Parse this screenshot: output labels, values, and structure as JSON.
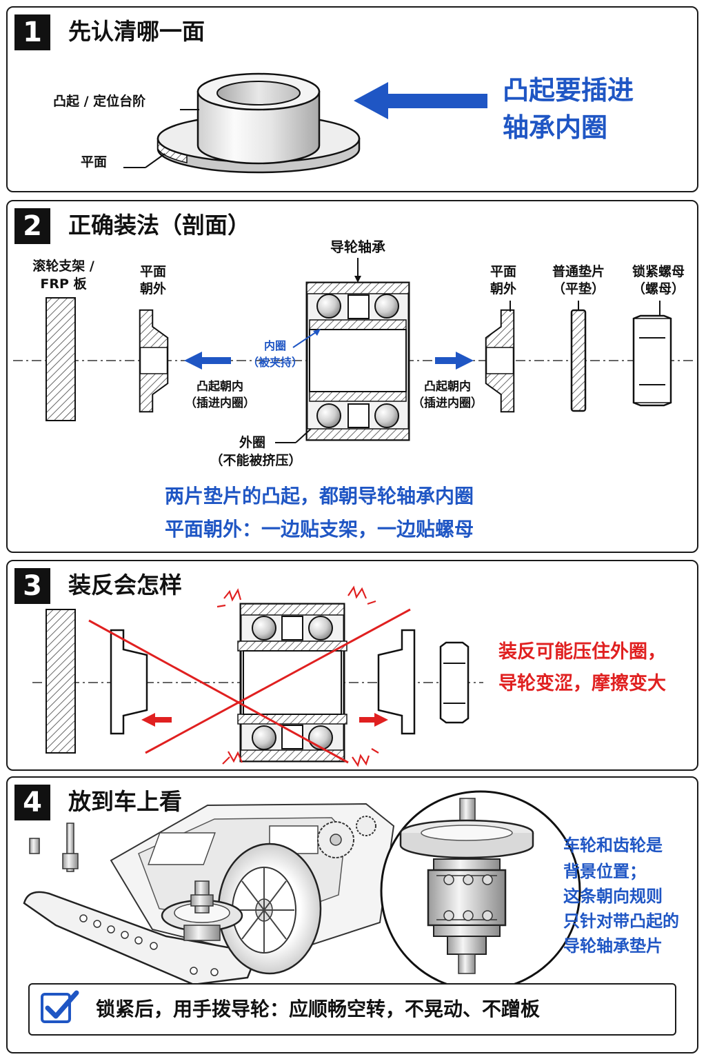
{
  "colors": {
    "accent_blue": "#1f56c4",
    "warning_red": "#e02020",
    "ink": "#111111",
    "hatch": "#666666"
  },
  "panel1": {
    "number": "1",
    "title": "先认清哪一面",
    "label_boss": "凸起 / 定位台阶",
    "label_flat": "平面",
    "callout_line1": "凸起要插进",
    "callout_line2": "轴承内圈"
  },
  "panel2": {
    "number": "2",
    "title": "正确装法（剖面）",
    "frame_line1": "滚轮支架 /",
    "frame_line2": "FRP 板",
    "left_flat_line1": "平面",
    "left_flat_line2": "朝外",
    "bearing_title": "导轮轴承",
    "inner_line1": "内圈",
    "inner_line2": "（被夹持）",
    "outer_line1": "外圈",
    "outer_line2": "（不能被挤压）",
    "boss_in_left_line1": "凸起朝内",
    "boss_in_left_line2": "（插进内圈）",
    "boss_in_right_line1": "凸起朝内",
    "boss_in_right_line2": "（插进内圈）",
    "right_flat_line1": "平面",
    "right_flat_line2": "朝外",
    "washer_line1": "普通垫片",
    "washer_line2": "（平垫）",
    "nut_line1": "锁紧螺母",
    "nut_line2": "（螺母）",
    "summary_line1": "两片垫片的凸起，都朝导轮轴承内圈",
    "summary_line2": "平面朝外：一边贴支架，一边贴螺母"
  },
  "panel3": {
    "number": "3",
    "title": "装反会怎样",
    "warn_line1": "装反可能压住外圈，",
    "warn_line2": "导轮变涩，摩擦变大"
  },
  "panel4": {
    "number": "4",
    "title": "放到车上看",
    "note_line1": "车轮和齿轮是",
    "note_line2": "背景位置；",
    "note_line3": "这条朝向规则",
    "note_line4": "只针对带凸起的",
    "note_line5": "导轮轴承垫片",
    "check_icon": "checkbox-checked-icon",
    "check_text": "锁紧后，用手拨导轮：应顺畅空转，不晃动、不蹭板"
  }
}
